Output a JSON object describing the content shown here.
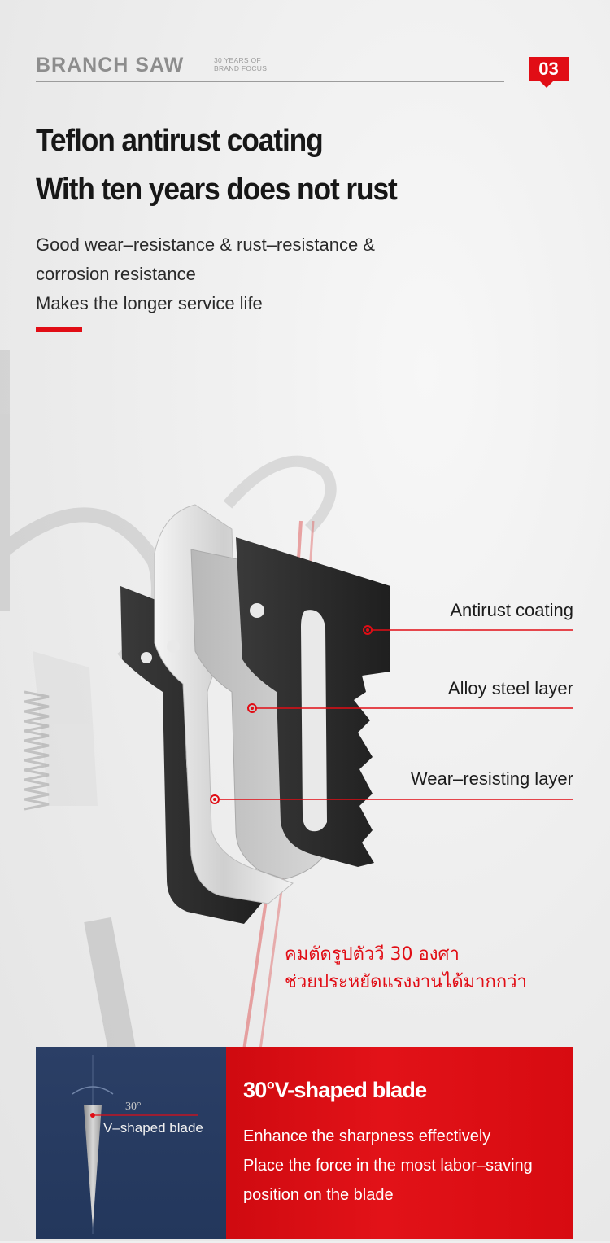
{
  "header": {
    "brand": "BRANCH SAW",
    "tagline_1": "30 YEARS OF",
    "tagline_2": "BRAND FOCUS",
    "page_number": "03"
  },
  "hero": {
    "title_1": "Teflon antirust coating",
    "title_2": "With ten years does not rust",
    "desc_1": "Good wear–resistance & rust–resistance &",
    "desc_2": "corrosion resistance",
    "desc_3": "Makes the longer service life"
  },
  "layers": {
    "antirust": "Antirust coating",
    "alloy": "Alloy steel layer",
    "wear": "Wear–resisting layer"
  },
  "thai": {
    "line_1": "คมตัดรูปตัววี 30 องศา",
    "line_2": "ช่วยประหยัดแรงงานได้มากกว่า"
  },
  "blade_panel": {
    "angle": "30°",
    "blade_label": "V–shaped blade",
    "heading": "30°V-shaped blade",
    "line_1": "Enhance the sharpness effectively",
    "line_2": "Place the force in the most labor–saving",
    "line_3": "position on the blade"
  },
  "colors": {
    "accent": "#e10d15",
    "navy": "#24385d",
    "text_dark": "#171717"
  }
}
